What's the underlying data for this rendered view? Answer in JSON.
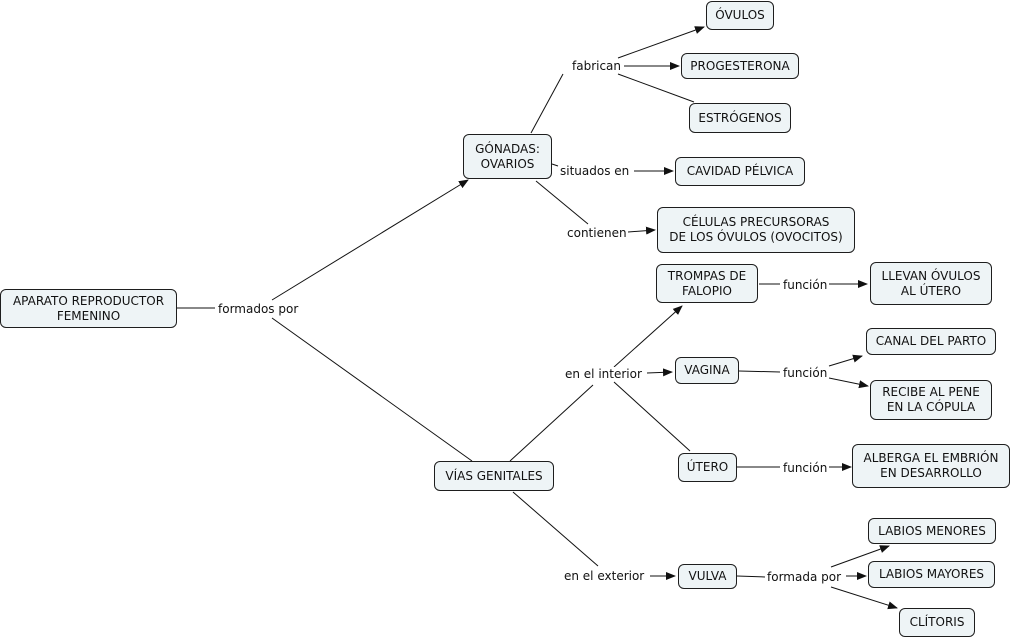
{
  "nodes": {
    "root": "APARATO REPRODUCTOR\nFEMENINO",
    "gonadas": "GÓNADAS:\nOVARIOS",
    "vias": "VÍAS GENITALES",
    "ovulos": "ÓVULOS",
    "progesterona": "PROGESTERONA",
    "estrogenos": "ESTRÓGENOS",
    "cavidad": "CAVIDAD PÉLVICA",
    "celulas": "CÉLULAS PRECURSORAS\nDE LOS ÓVULOS (OVOCITOS)",
    "trompas": "TROMPAS DE\nFALOPIO",
    "llevan": "LLEVAN ÓVULOS\nAL ÚTERO",
    "vagina": "VAGINA",
    "canal": "CANAL DEL PARTO",
    "recibe": "RECIBE AL PENE\nEN LA CÓPULA",
    "utero": "ÚTERO",
    "alberga": "ALBERGA EL EMBRIÓN\nEN DESARROLLO",
    "vulva": "VULVA",
    "labios_menores": "LABIOS MENORES",
    "labios_mayores": "LABIOS MAYORES",
    "clitoris": "CLÍTORIS"
  },
  "links": {
    "formados_por": "formados por",
    "fabrican": "fabrican",
    "situados_en": "situados en",
    "contienen": "contienen",
    "en_el_interior": "en el interior",
    "funcion_trompas": "función",
    "funcion_vagina": "función",
    "funcion_utero": "función",
    "en_el_exterior": "en el exterior",
    "formada_por": "formada por"
  }
}
